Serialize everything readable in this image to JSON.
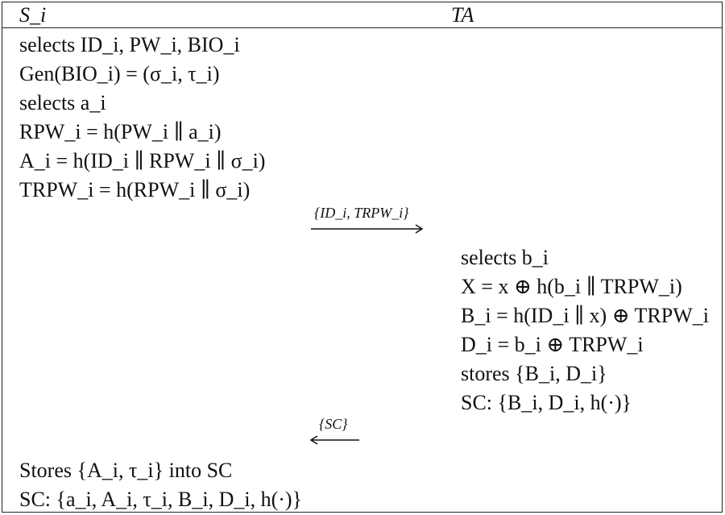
{
  "header": {
    "left_party": "S_i",
    "right_party": "TA"
  },
  "left_steps_top": [
    "selects ID_i, PW_i, BIO_i",
    "Gen(BIO_i) = (σ_i, τ_i)",
    "selects a_i",
    "RPW_i = h(PW_i ∥ a_i)",
    "A_i = h(ID_i ∥ RPW_i ∥ σ_i)",
    "TRPW_i = h(RPW_i ∥ σ_i)"
  ],
  "messages": {
    "to_ta": "{ID_i, TRPW_i}",
    "to_si": "{SC}"
  },
  "right_steps": [
    "selects b_i",
    "X = x ⊕ h(b_i ∥ TRPW_i)",
    "B_i = h(ID_i ∥ x) ⊕ TRPW_i",
    "D_i = b_i ⊕ TRPW_i",
    "stores {B_i, D_i}",
    "SC: {B_i, D_i, h(·)}"
  ],
  "left_steps_bottom": [
    "Stores {A_i, τ_i} into SC",
    "SC: {a_i, A_i, τ_i, B_i, D_i, h(·)}"
  ]
}
